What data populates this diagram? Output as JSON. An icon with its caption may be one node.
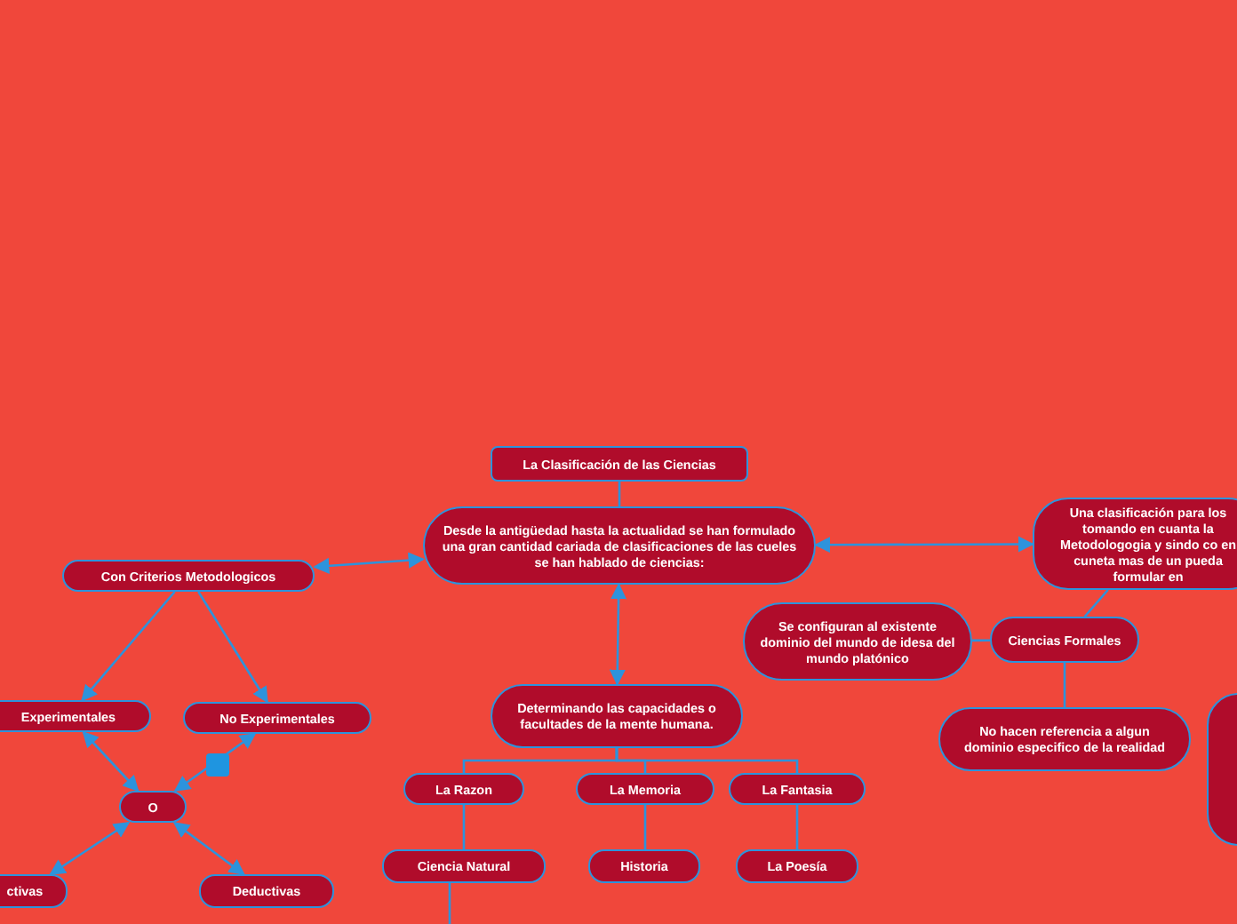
{
  "diagram": {
    "nodes": [
      {
        "text": [
          "La Clasificación de las Ciencias"
        ]
      },
      {
        "text": [
          "Desde la antigüedad hasta la actualidad se han formulado una gran cantidad cariada de clasificaciones de las cueles se han hablado de ciencias:"
        ]
      },
      {
        "text": [
          "Una clasificación para los tomando en cuanta la Metodologogia y sindo co en cuneta mas de un pueda formular en"
        ]
      },
      {
        "text": [
          "Con Criterios Metodologicos"
        ]
      },
      {
        "text": [
          "Se configuran al existente dominio del mundo de idesa del mundo platónico"
        ]
      },
      {
        "text": [
          "Ciencias Formales"
        ]
      },
      {
        "text": [
          "Determinando las capacidades o facultades de la mente humana."
        ]
      },
      {
        "text": [
          "Experimentales"
        ]
      },
      {
        "text": [
          "No Experimentales"
        ]
      },
      {
        "text": [
          "No hacen referencia a algun dominio especifico de la realidad"
        ]
      },
      {
        "text": [],
        "shape": "box"
      },
      {
        "text": [
          "La Razon"
        ]
      },
      {
        "text": [
          "La Memoria"
        ]
      },
      {
        "text": [
          "La Fantasia"
        ]
      },
      {
        "text": [
          "O"
        ]
      },
      {
        "text": [
          "Ciencia Natural"
        ]
      },
      {
        "text": [
          "Historia"
        ]
      },
      {
        "text": [
          "La Poesía"
        ]
      },
      {
        "text": [
          "ctivas"
        ]
      },
      {
        "text": [
          "Deductivas"
        ]
      }
    ],
    "edges": [
      {
        "from": 0,
        "to": 1,
        "arrow": "none"
      },
      {
        "from": 1,
        "to": 2,
        "arrow": "both"
      },
      {
        "from": 1,
        "to": 3,
        "arrow": "both"
      },
      {
        "from": 1,
        "to": 6,
        "arrow": "both"
      },
      {
        "from": 2,
        "to": 5,
        "arrow": "none"
      },
      {
        "from": 5,
        "to": 4,
        "arrow": "none"
      },
      {
        "from": 5,
        "to": 9,
        "arrow": "none"
      },
      {
        "from": 3,
        "to": 7,
        "arrow": "to"
      },
      {
        "from": 3,
        "to": 8,
        "arrow": "to"
      },
      {
        "from": 14,
        "to": 7,
        "arrow": "both"
      },
      {
        "from": 14,
        "to": 8,
        "arrow": "both"
      },
      {
        "from": 14,
        "to": 18,
        "arrow": "both"
      },
      {
        "from": 14,
        "to": 19,
        "arrow": "both"
      },
      {
        "from": 6,
        "to": 11,
        "arrow": "none"
      },
      {
        "from": 6,
        "to": 12,
        "arrow": "none"
      },
      {
        "from": 6,
        "to": 13,
        "arrow": "none"
      },
      {
        "from": 11,
        "to": 15,
        "arrow": "none"
      },
      {
        "from": 12,
        "to": 16,
        "arrow": "none"
      },
      {
        "from": 13,
        "to": 17,
        "arrow": "none"
      },
      {
        "from": 15,
        "to": null,
        "arrow": "none"
      }
    ]
  }
}
